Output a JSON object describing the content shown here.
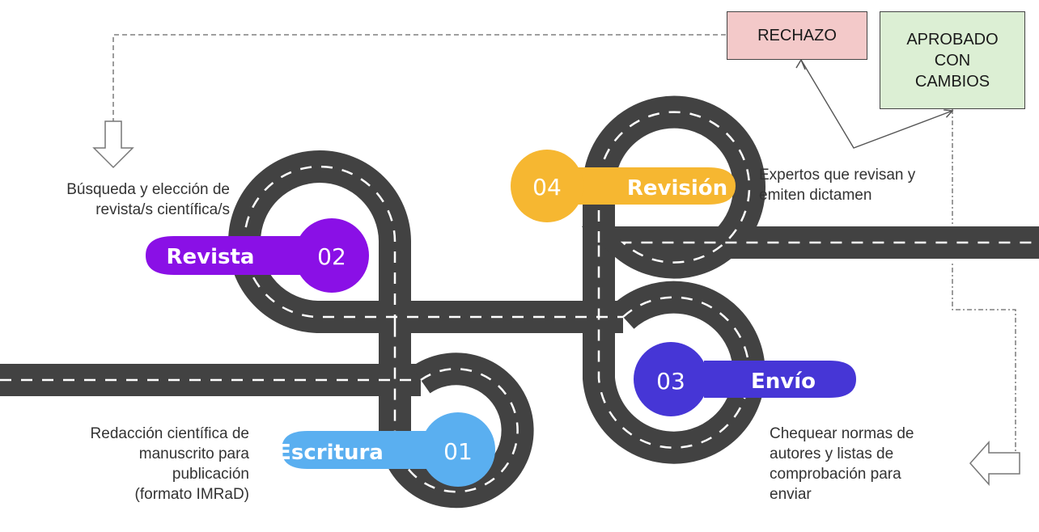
{
  "colors": {
    "road": "#424242",
    "road_edge": "#ffffff",
    "stage_01": "#5aaff0",
    "stage_02": "#8a10e6",
    "stage_03": "#4636d6",
    "stage_04": "#f6b731",
    "rechazo_fill": "#f3c9c9",
    "aprobado_fill": "#dcefd4"
  },
  "stages": [
    {
      "number": "01",
      "label": "Escritura",
      "description": [
        "Redacción científica de",
        "manuscrito para",
        "publicación",
        "(formato IMRaD)"
      ]
    },
    {
      "number": "02",
      "label": "Revista",
      "description": [
        "Búsqueda y elección de",
        "revista/s científica/s"
      ]
    },
    {
      "number": "03",
      "label": "Envío",
      "description": [
        "Chequear normas de",
        "autores y listas de",
        "comprobación para",
        "enviar"
      ]
    },
    {
      "number": "04",
      "label": "Revisión",
      "description": [
        "Expertos que revisan y",
        "emiten dictamen"
      ]
    }
  ],
  "outcomes": {
    "rejected": "RECHAZO",
    "approved": [
      "APROBADO",
      "CON",
      "CAMBIOS"
    ]
  },
  "icons": [
    "down-arrow-icon",
    "left-arrow-icon"
  ]
}
